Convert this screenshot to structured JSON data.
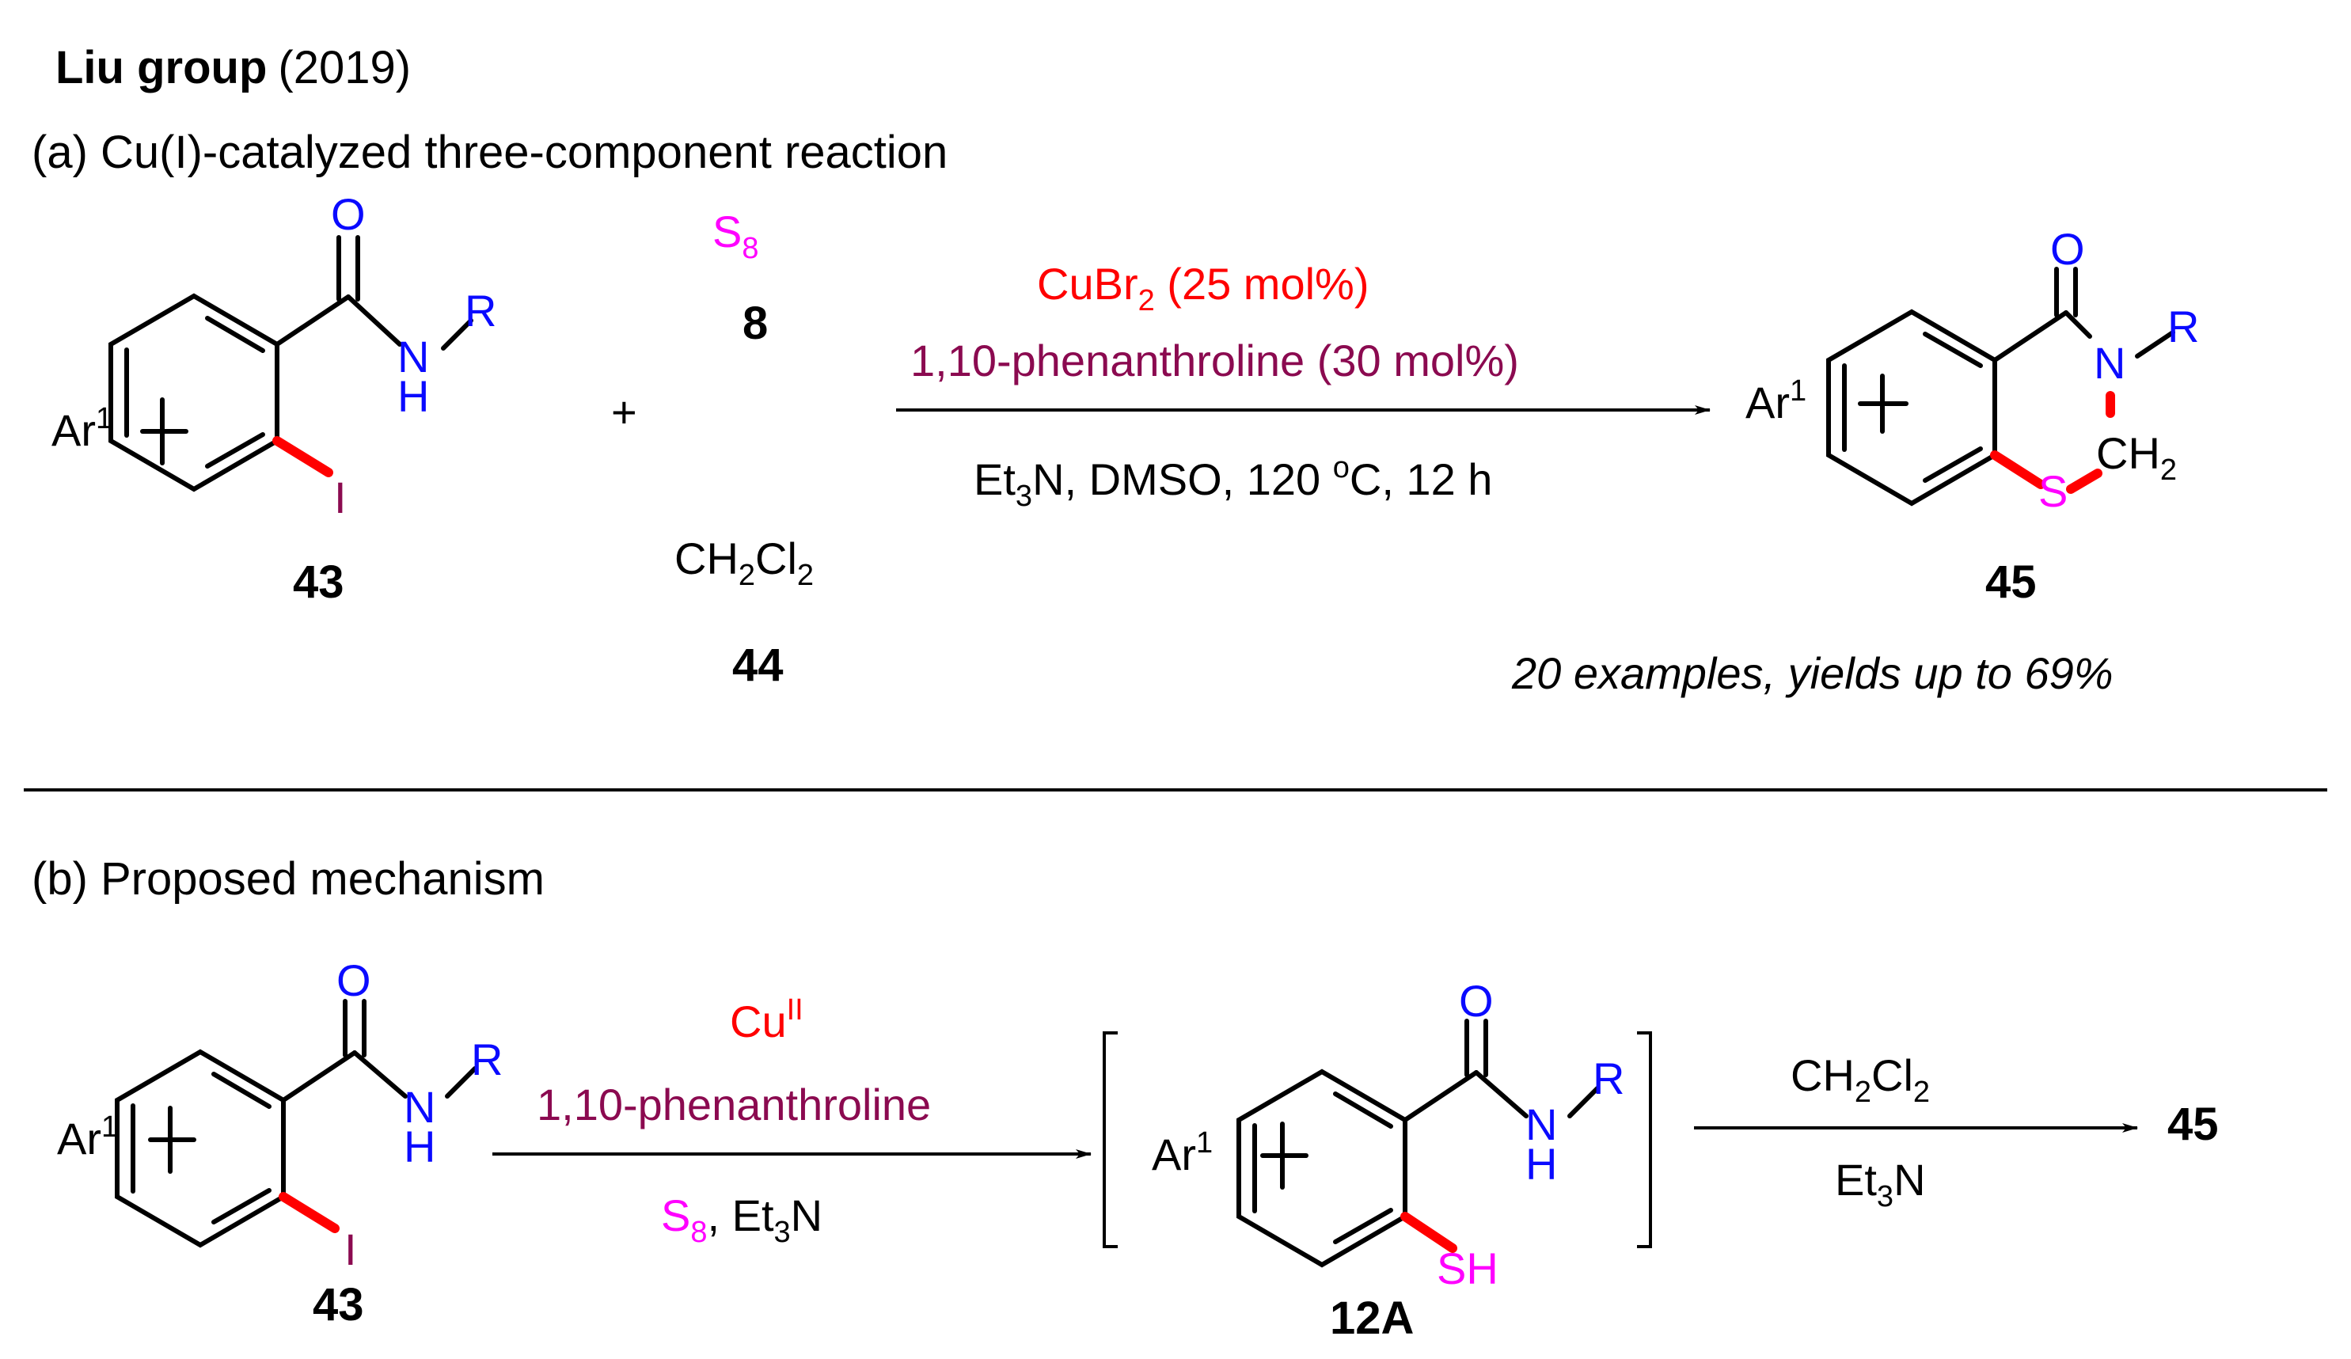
{
  "colors": {
    "black": "#000000",
    "blue": "#0a0aff",
    "red": "#ff0000",
    "magenta": "#ff00ff",
    "maroon": "#8b0a50",
    "bond_red": "#ff0000"
  },
  "header": {
    "group": "Liu group",
    "year": "(2019)"
  },
  "part_a": {
    "title": "(a) Cu(I)-catalyzed three-component reaction",
    "sm_left": {
      "ar": "Ar",
      "ar_sup": "1",
      "o": "O",
      "n": "N",
      "h": "H",
      "r": "R",
      "i": "I",
      "label": "43"
    },
    "plus": "+",
    "s8_main": "S",
    "s8_sub": "8",
    "s8_label": "8",
    "ch2cl2": {
      "a": "CH",
      "sub1": "2",
      "b": "Cl",
      "sub2": "2"
    },
    "ch2cl2_label": "44",
    "catalyst": {
      "a": "CuBr",
      "sub": "2",
      "b": " (25 mol%)"
    },
    "ligand": "1,10-phenanthroline (30 mol%)",
    "conditions": {
      "a": "Et",
      "sub": "3",
      "b": "N, DMSO, 120 ",
      "sup": "o",
      "c": "C, 12 h"
    },
    "product": {
      "ar": "Ar",
      "ar_sup": "1",
      "o": "O",
      "n": "N",
      "r": "R",
      "s": "S",
      "ch2_a": "CH",
      "ch2_sub": "2",
      "label": "45"
    },
    "scope": "20 examples, yields up to 69%"
  },
  "part_b": {
    "title": "(b) Proposed mechanism",
    "sm_left": {
      "ar": "Ar",
      "ar_sup": "1",
      "o": "O",
      "n": "N",
      "h": "H",
      "r": "R",
      "i": "I",
      "label": "43"
    },
    "step1_catalyst": {
      "a": "Cu",
      "sup": "II"
    },
    "step1_ligand": "1,10-phenanthroline",
    "step1_reagents": {
      "s": "S",
      "s_sub": "8",
      "mid": ", Et",
      "et_sub": "3",
      "end": "N"
    },
    "intermediate": {
      "ar": "Ar",
      "ar_sup": "1",
      "o": "O",
      "n": "N",
      "h": "H",
      "r": "R",
      "sh": "SH",
      "label": "12A"
    },
    "step2_reagent": {
      "a": "CH",
      "sub1": "2",
      "b": "Cl",
      "sub2": "2"
    },
    "step2_base": {
      "a": "Et",
      "sub": "3",
      "b": "N"
    },
    "product_label": "45"
  }
}
